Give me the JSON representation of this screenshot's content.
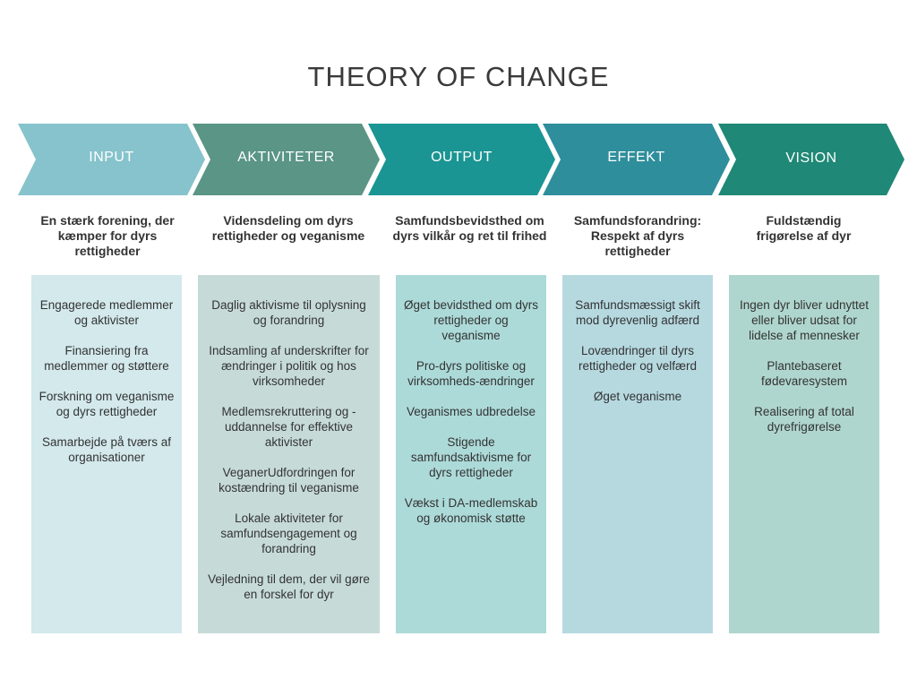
{
  "title": "THEORY OF CHANGE",
  "colors": {
    "chevron_input": "#86c3cc",
    "chevron_aktiviteter": "#5a9585",
    "chevron_output": "#1a9593",
    "chevron_effekt": "#2f8e9b",
    "chevron_vision": "#1f8876",
    "box_input": "#d3e9ec",
    "box_aktiviteter": "#c6dbd8",
    "box_output": "#acdad8",
    "box_effekt": "#b6d9e0",
    "box_vision": "#afd6ce"
  },
  "columns": [
    {
      "label": "INPUT",
      "heading": "En stærk forening, der kæmper for dyrs rettigheder",
      "items": [
        "Engagerede medlemmer og aktivister",
        "Finansiering fra medlemmer og støttere",
        "Forskning om veganisme og dyrs rettigheder",
        "Samarbejde på tværs af organisationer"
      ]
    },
    {
      "label": "AKTIVITETER",
      "heading": "Vidensdeling om dyrs rettigheder og veganisme",
      "items": [
        "Daglig aktivisme til oplysning og forandring",
        "Indsamling af underskrifter for ændringer i politik og hos virksomheder",
        "Medlemsrekruttering og -uddannelse for effektive aktivister",
        "VeganerUdfordringen for kostændring til veganisme",
        "Lokale aktiviteter for samfundsengagement og forandring",
        "Vejledning til dem, der vil gøre en forskel for dyr"
      ]
    },
    {
      "label": "OUTPUT",
      "heading": "Samfundsbevidsthed om dyrs vilkår og ret til frihed",
      "items": [
        "Øget bevidsthed om dyrs rettigheder og veganisme",
        "Pro-dyrs politiske og virksomheds-ændringer",
        "Veganismes udbredelse",
        "Stigende samfundsaktivisme for dyrs rettigheder",
        "Vækst i DA-medlemskab og økonomisk støtte"
      ]
    },
    {
      "label": "EFFEKT",
      "heading": "Samfundsforandring: Respekt af dyrs rettigheder",
      "items": [
        "Samfundsmæssigt skift mod dyrevenlig adfærd",
        "Lovændringer til dyrs rettigheder og velfærd",
        "Øget veganisme"
      ]
    },
    {
      "label": "VISION",
      "heading": "Fuldstændig frigørelse af dyr",
      "items": [
        "Ingen dyr bliver udnyttet eller bliver udsat for lidelse af mennesker",
        "Plantebaseret fødevaresystem",
        "Realisering af total dyrefrigørelse"
      ]
    }
  ]
}
